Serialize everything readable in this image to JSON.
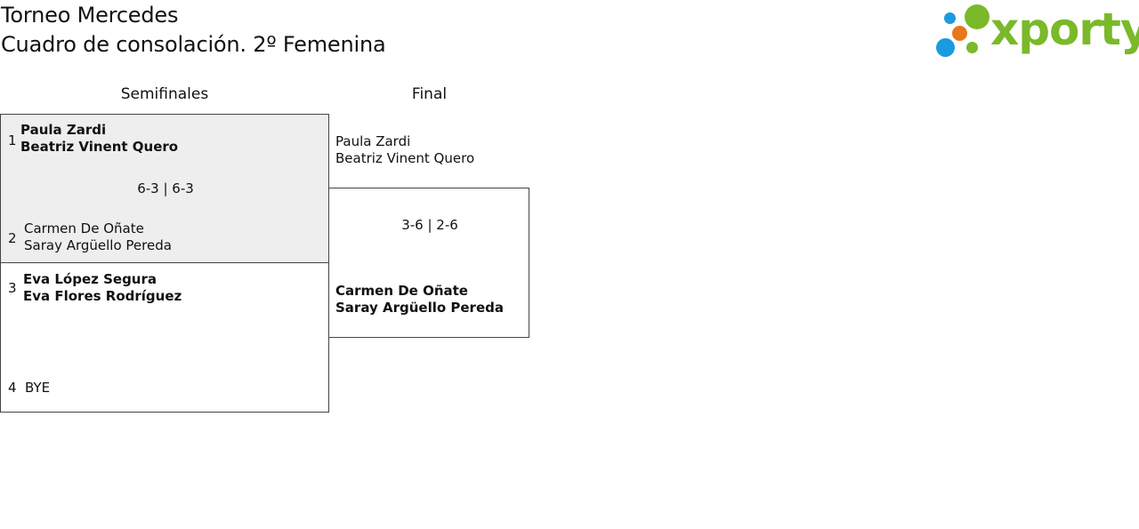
{
  "header": {
    "tournament": "Torneo Mercedes",
    "draw": "Cuadro de consolación. 2º Femenina"
  },
  "logo": {
    "text": "xporty",
    "colors": {
      "green": "#7ab929",
      "blue": "#1a9ae0",
      "orange": "#e8761d"
    }
  },
  "rounds": {
    "semifinal": "Semifinales",
    "final": "Final"
  },
  "semis": [
    {
      "highlighted": true,
      "score": "6-3 | 6-3",
      "top": {
        "seed": "1",
        "p1": "Paula Zardi",
        "p2": "Beatriz Vinent Quero",
        "winner": true
      },
      "bottom": {
        "seed": "2",
        "p1": "Carmen De Oñate",
        "p2": "Saray Argüello Pereda",
        "winner": false
      }
    },
    {
      "highlighted": false,
      "score": "",
      "top": {
        "seed": "3",
        "p1": "Eva López Segura",
        "p2": "Eva Flores Rodríguez",
        "winner": true
      },
      "bottom": {
        "seed": "4",
        "p1": "BYE",
        "p2": "",
        "winner": false
      }
    }
  ],
  "final": {
    "score": "3-6 | 2-6",
    "top": {
      "p1": "Paula Zardi",
      "p2": "Beatriz Vinent Quero",
      "winner": false
    },
    "bottom": {
      "p1": "Carmen De Oñate",
      "p2": "Saray Argüello Pereda",
      "winner": true
    }
  }
}
